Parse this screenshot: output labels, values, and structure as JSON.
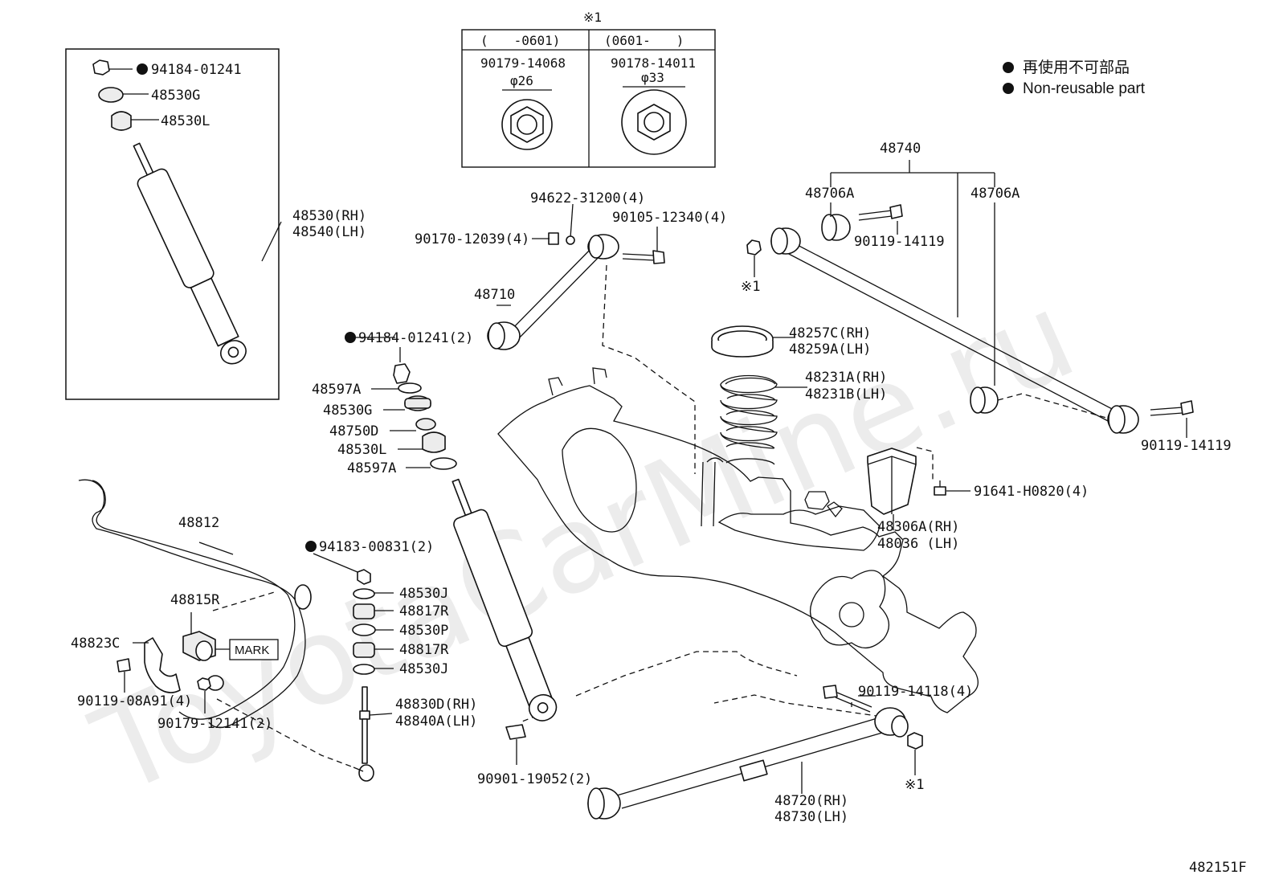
{
  "watermark": "ToyotaCarMine.ru",
  "diagram_id": "482151F",
  "legend": {
    "ja": "再使用不可部品",
    "en": "Non-reusable part"
  },
  "note_table": {
    "mark": "※1",
    "col1_range": "(　　-0601)",
    "col2_range": "(0601-　　)",
    "col1_part": "90179-14068",
    "col2_part": "90178-14011",
    "col1_dia": "φ26",
    "col2_dia": "φ33"
  },
  "labels": {
    "p94184_top": "94184-01241",
    "p48530G_top": "48530G",
    "p48530L_top": "48530L",
    "p48530RH": "48530(RH)",
    "p48540LH": "48540(LH)",
    "p94622": "94622-31200(4)",
    "p90105": "90105-12340(4)",
    "p90170": "90170-12039(4)",
    "p48710": "48710",
    "p94184_mid": "94184-01241(2)",
    "p48597A_1": "48597A",
    "p48530G_mid": "48530G",
    "p48750D": "48750D",
    "p48530L_mid": "48530L",
    "p48597A_2": "48597A",
    "p48740": "48740",
    "p48706A_1": "48706A",
    "p48706A_2": "48706A",
    "p90119_14119_a": "90119-14119",
    "p90119_14119_b": "90119-14119",
    "mark1_a": "※1",
    "mark1_b": "※1",
    "p48257C": "48257C(RH)",
    "p48259A": "48259A(LH)",
    "p48231A": "48231A(RH)",
    "p48231B": "48231B(LH)",
    "p91641": "91641-H0820(4)",
    "p48306A": "48306A(RH)",
    "p48036": "48036 (LH)",
    "p48812": "48812",
    "p48815R": "48815R",
    "p48823C": "48823C",
    "mark_box": "MARK",
    "p90119_08A91": "90119-08A91(4)",
    "p90179_12141": "90179-12141(2)",
    "p94183": "94183-00831(2)",
    "p48530J_1": "48530J",
    "p48817R_1": "48817R",
    "p48530P": "48530P",
    "p48817R_2": "48817R",
    "p48530J_2": "48530J",
    "p48830D": "48830D(RH)",
    "p48840A": "48840A(LH)",
    "p90901": "90901-19052(2)",
    "p90119_14118": "90119-14118(4)",
    "p48720": "48720(RH)",
    "p48730": "48730(LH)"
  }
}
